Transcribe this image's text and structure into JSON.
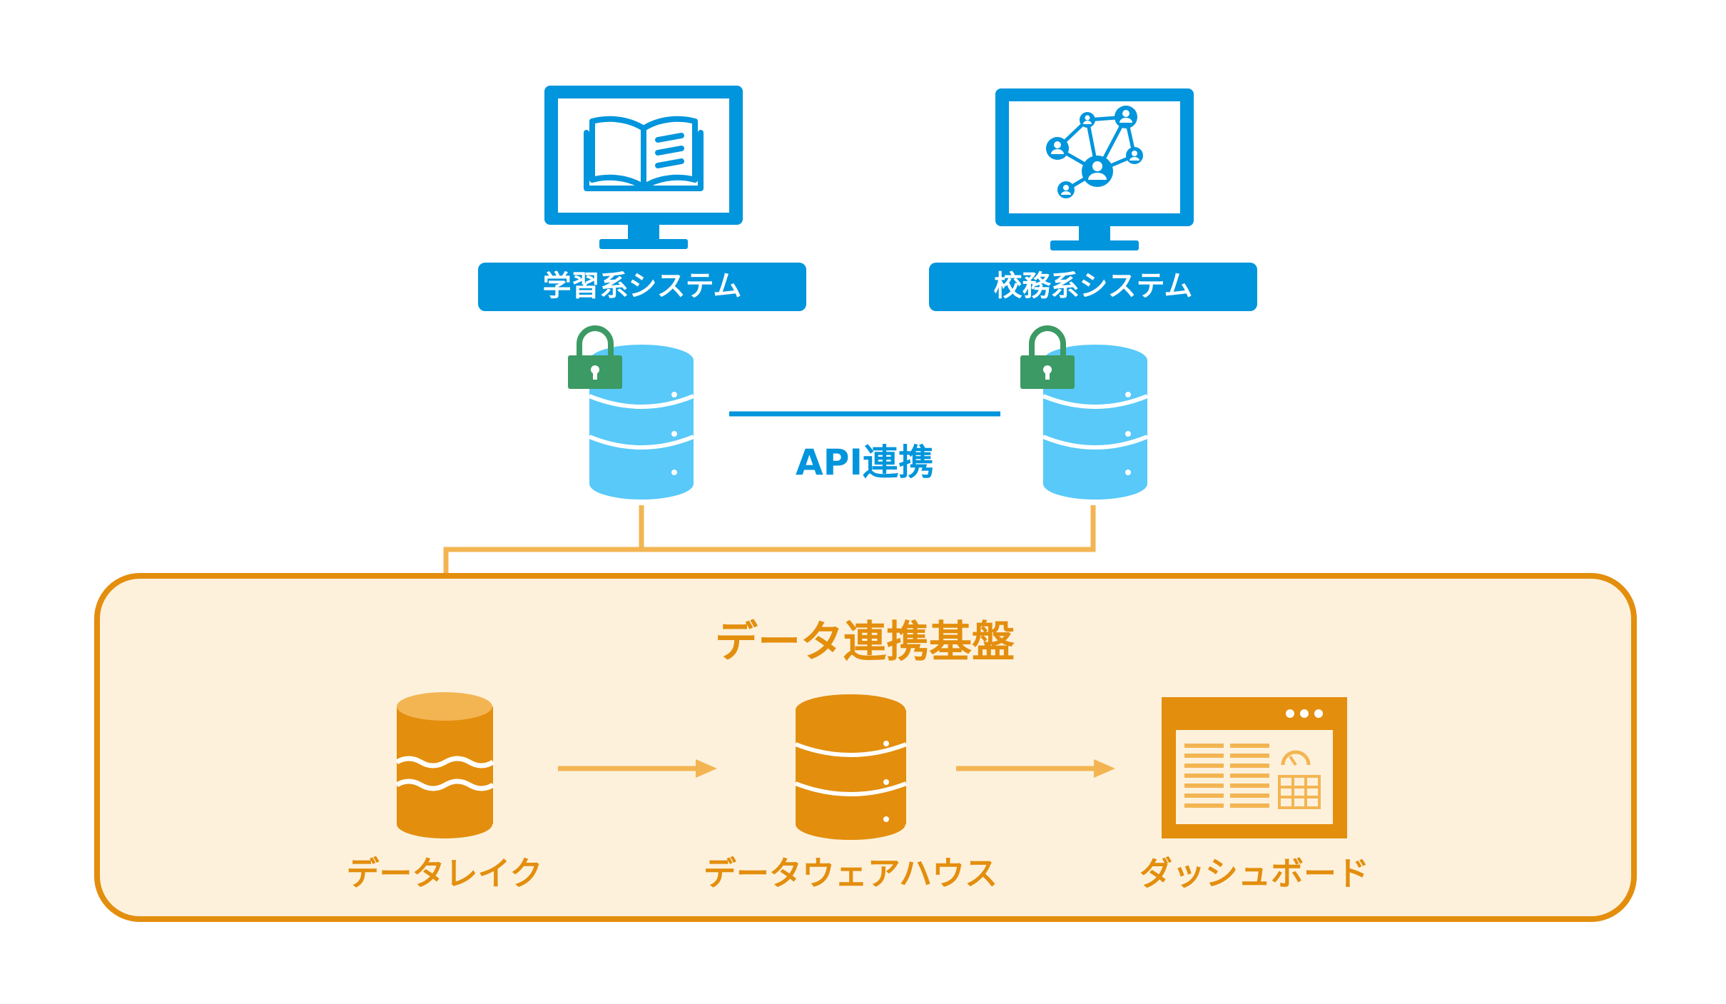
{
  "systems": {
    "learning": {
      "label": "学習系システム",
      "icon": "open-book-icon"
    },
    "school_affairs": {
      "label": "校務系システム",
      "icon": "user-network-icon"
    }
  },
  "api_link": {
    "label": "API連携"
  },
  "platform": {
    "title": "データ連携基盤",
    "components": {
      "data_lake": {
        "label": "データレイク",
        "icon": "data-lake-icon"
      },
      "data_warehouse": {
        "label": "データウェアハウス",
        "icon": "database-icon"
      },
      "dashboard": {
        "label": "ダッシュボード",
        "icon": "dashboard-window-icon"
      }
    }
  },
  "colors": {
    "blue": "#0095dc",
    "light_blue": "#58c9f8",
    "orange": "#e38e0d",
    "light_orange": "#f3b552",
    "platform_bg": "#fdf1dc",
    "lock_green": "#3c9a64"
  }
}
